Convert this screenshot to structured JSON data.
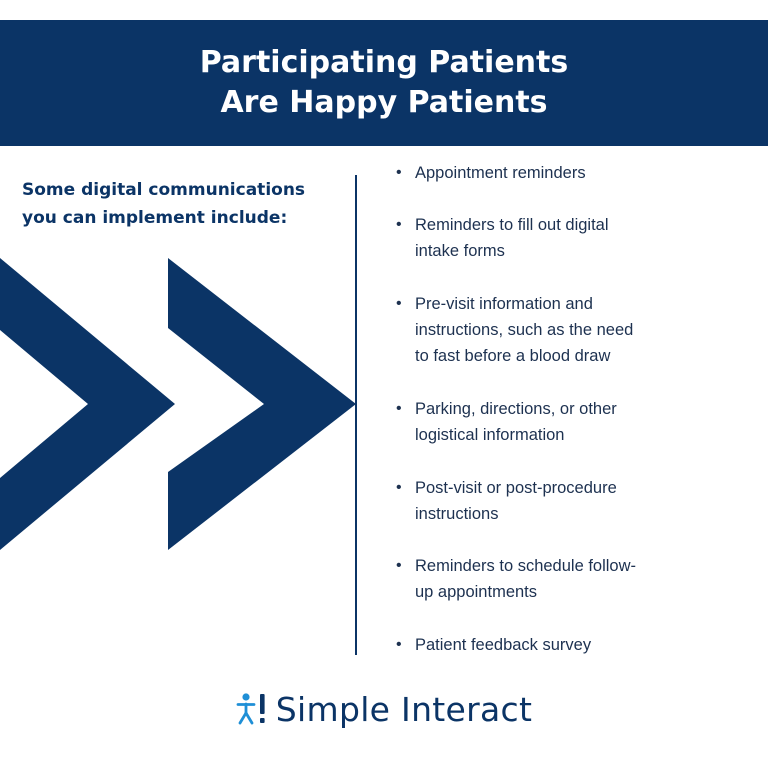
{
  "banner": {
    "title_line1": "Participating Patients",
    "title_line2": "Are Happy Patients"
  },
  "intro": {
    "line1": "Some digital communications",
    "line2": "you can implement include:"
  },
  "list": {
    "items": [
      {
        "lines": [
          "Appointment reminders"
        ]
      },
      {
        "lines": [
          "Reminders to fill out digital",
          "intake forms"
        ]
      },
      {
        "lines": [
          "Pre-visit information and",
          "instructions, such as the need",
          "to fast before a blood draw"
        ]
      },
      {
        "lines": [
          "Parking, directions, or other",
          "logistical information"
        ]
      },
      {
        "lines": [
          "Post-visit or post-procedure",
          "instructions"
        ]
      },
      {
        "lines": [
          "Reminders to schedule follow-",
          "up appointments"
        ]
      },
      {
        "lines": [
          "Patient feedback survey"
        ]
      }
    ]
  },
  "footer": {
    "brand_name": "Simple Interact",
    "logo_icon": "person-exclamation-icon"
  },
  "colors": {
    "navy": "#0b3466",
    "logo_blue": "#1f8fd6",
    "text": "#1d3150"
  }
}
